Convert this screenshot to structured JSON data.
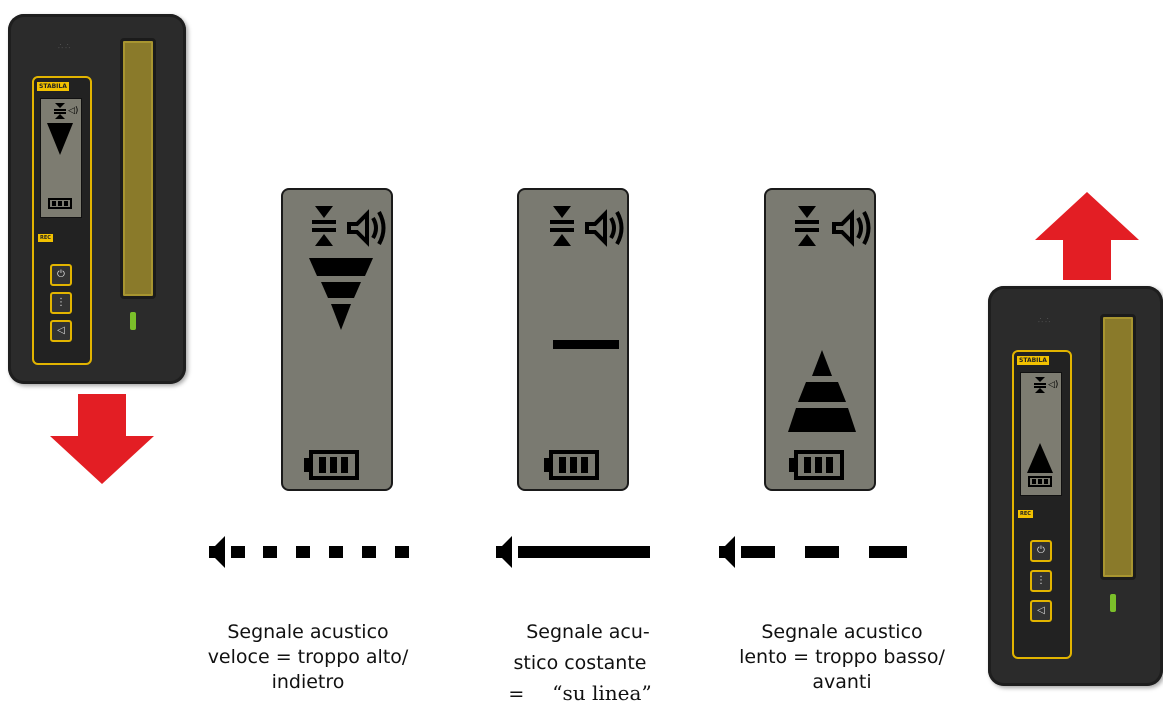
{
  "device": {
    "brand": "STABILA"
  },
  "captions": {
    "fast": {
      "line1": "Segnale acustico",
      "line2": "veloce = troppo alto/",
      "line3": "indietro"
    },
    "constant": {
      "line1": "Segnale acu-",
      "line2": "stico costante",
      "line3_prefix": "=",
      "line3_quote": "“su linea”"
    },
    "slow": {
      "line1": "Segnale acustico",
      "line2": "lento = troppo basso/",
      "line3": "avanti"
    }
  },
  "colors": {
    "arrow": "#e31e24",
    "lcd": "#7a7a71",
    "accent_yellow": "#e2b400"
  },
  "icons": [
    "arrow-down-icon",
    "arrow-up-icon",
    "target-line-icon",
    "speaker-icon",
    "battery-icon"
  ]
}
